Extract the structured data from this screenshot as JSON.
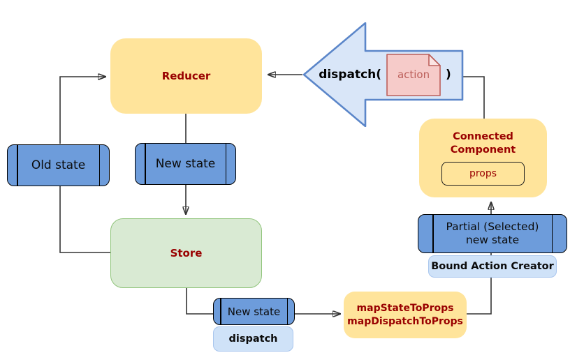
{
  "diagram": {
    "title_hint": "Redux data flow diagram",
    "nodes": {
      "reducer": {
        "label": "Reducer"
      },
      "dispatch_arrow": {
        "prefix": "dispatch(",
        "action_label": "action",
        "suffix": ")"
      },
      "old_state": {
        "label": "Old state"
      },
      "new_state_top": {
        "label": "New state"
      },
      "store": {
        "label": "Store"
      },
      "connected_component": {
        "label_line1": "Connected",
        "label_line2": "Component",
        "props_label": "props"
      },
      "partial_state": {
        "label_line1": "Partial (Selected)",
        "label_line2": "new state"
      },
      "bound_action_creator": {
        "label": "Bound Action Creator"
      },
      "new_state_bottom": {
        "label": "New state"
      },
      "dispatch_box": {
        "label": "dispatch"
      },
      "map_props": {
        "label_line1": "mapStateToProps",
        "label_line2": "mapDispatchToProps"
      }
    },
    "colors": {
      "yellow": "#FFE49B",
      "blue": "#6D9CDB",
      "light_blue": "#CFE2F8",
      "arrow_fill": "#D9E6F8",
      "arrow_stroke": "#5B86C9",
      "green_fill": "#D9EAD3",
      "green_stroke": "#90C47B",
      "note_fill": "#F6CBC9",
      "note_stroke": "#BC5F5A",
      "dark_red": "#990000",
      "connector": "#333333"
    }
  }
}
